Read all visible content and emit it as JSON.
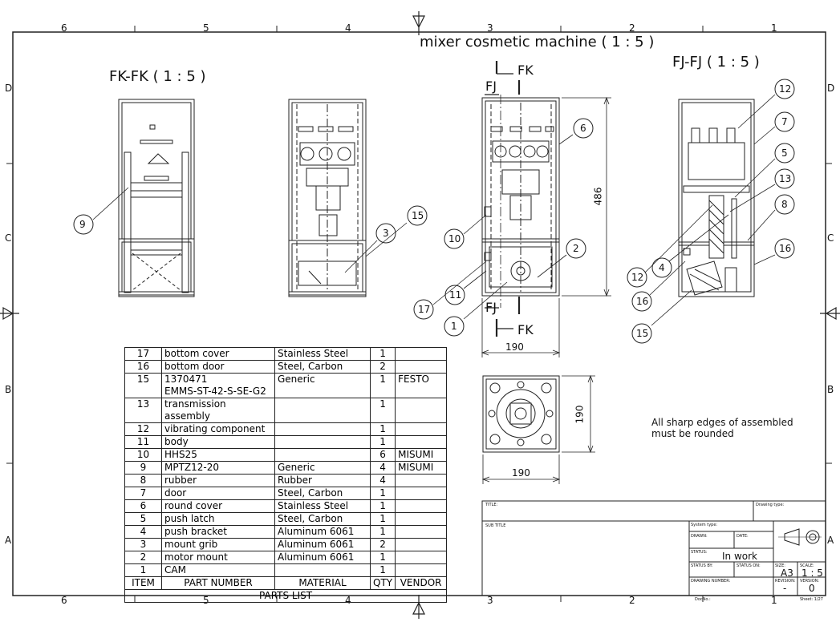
{
  "drawing": {
    "title": "mixer cosmetic machine ( 1 : 5 )",
    "view_fk_label": "FK-FK ( 1 : 5 )",
    "view_fj_label": "FJ-FJ ( 1 : 5 )",
    "note": "All sharp edges of assembled must be rounded",
    "section_marks": {
      "fk": "FK",
      "fj": "FJ"
    },
    "dimensions": {
      "height": "486",
      "width_front": "190",
      "width_bottom": "190",
      "depth_bottom": "190"
    },
    "balloons": {
      "fk_view": [
        "9"
      ],
      "middle_view": [
        "15",
        "3"
      ],
      "front_view": [
        "6",
        "10",
        "2",
        "11",
        "17",
        "1"
      ],
      "fj_view": [
        "12",
        "7",
        "5",
        "13",
        "8",
        "16",
        "12",
        "4",
        "16",
        "15"
      ]
    }
  },
  "border": {
    "columns": [
      "6",
      "5",
      "4",
      "3",
      "2",
      "1"
    ],
    "rows": [
      "D",
      "C",
      "B",
      "A"
    ]
  },
  "parts_list": {
    "title": "PARTS LIST",
    "headers": [
      "ITEM",
      "PART NUMBER",
      "MATERIAL",
      "QTY",
      "VENDOR"
    ],
    "rows": [
      {
        "item": "17",
        "part": "bottom cover",
        "material": "Stainless Steel",
        "qty": "1",
        "vendor": ""
      },
      {
        "item": "16",
        "part": "bottom door",
        "material": "Steel, Carbon",
        "qty": "2",
        "vendor": ""
      },
      {
        "item": "15",
        "part": "1370471",
        "part2": "EMMS-ST-42-S-SE-G2",
        "material": "Generic",
        "qty": "1",
        "vendor": "FESTO"
      },
      {
        "item": "13",
        "part": "transmission assembly",
        "material": "",
        "qty": "1",
        "vendor": ""
      },
      {
        "item": "12",
        "part": "vibrating component",
        "material": "",
        "qty": "1",
        "vendor": ""
      },
      {
        "item": "11",
        "part": "body",
        "material": "",
        "qty": "1",
        "vendor": ""
      },
      {
        "item": "10",
        "part": "HHS25",
        "material": "",
        "qty": "6",
        "vendor": "MISUMI"
      },
      {
        "item": "9",
        "part": "MPTZ12-20",
        "material": "Generic",
        "qty": "4",
        "vendor": "MISUMI"
      },
      {
        "item": "8",
        "part": "rubber",
        "material": "Rubber",
        "qty": "4",
        "vendor": ""
      },
      {
        "item": "7",
        "part": "door",
        "material": "Steel, Carbon",
        "qty": "1",
        "vendor": ""
      },
      {
        "item": "6",
        "part": "round cover",
        "material": "Stainless Steel",
        "qty": "1",
        "vendor": ""
      },
      {
        "item": "5",
        "part": "push latch",
        "material": "Steel, Carbon",
        "qty": "1",
        "vendor": ""
      },
      {
        "item": "4",
        "part": "push bracket",
        "material": "Aluminum 6061",
        "qty": "1",
        "vendor": ""
      },
      {
        "item": "3",
        "part": "mount grib",
        "material": "Aluminum 6061",
        "qty": "2",
        "vendor": ""
      },
      {
        "item": "2",
        "part": "motor mount",
        "material": "Aluminum 6061",
        "qty": "1",
        "vendor": ""
      },
      {
        "item": "1",
        "part": "CAM",
        "material": "",
        "qty": "1",
        "vendor": ""
      }
    ]
  },
  "title_block": {
    "title_label": "TITLE:",
    "drawing_type_label": "Drawing type:",
    "sub_title_label": "SUB TITLE",
    "system_type_label": "System type:",
    "drawn_label": "DRAWN:",
    "date_label": "DATE:",
    "status_label": "STATUS:",
    "status_value": "In work",
    "status_by_label": "STATUS BY:",
    "status_on_label": "STATUS ON:",
    "size_label": "SIZE:",
    "size_value": "A3",
    "scale_label": "SCALE:",
    "scale_value": "1 : 5",
    "drawing_number_label": "DRAWING NUMBER:",
    "revision_label": "REVISION:",
    "revision_value": "-",
    "version_label": "VERSION:",
    "version_value": "0",
    "docno_label": "DocNo.:",
    "sheet_label": "Sheet: 1/27"
  }
}
